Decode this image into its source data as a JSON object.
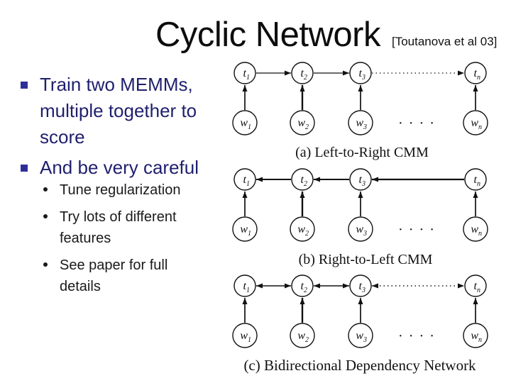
{
  "slide": {
    "title": "Cyclic Network",
    "citation": "[Toutanova et al 03]",
    "bullets": [
      "Train two MEMMs, multiple together to score",
      "And be very careful"
    ],
    "sub_bullets": [
      "Tune regularization",
      "Try lots of different features",
      "See paper for full details"
    ]
  },
  "diagram": {
    "captions": {
      "a": "(a) Left-to-Right CMM",
      "b": "(b) Right-to-Left CMM",
      "c": "(c) Bidirectional Dependency Network"
    },
    "tag_letter": "t",
    "word_letter": "w",
    "subscripts": [
      "1",
      "2",
      "3",
      "n"
    ],
    "ellipsis": "· · · ·"
  },
  "colors": {
    "bullet_text_navy": "#1f1f6e",
    "bullet_square_blue": "#2e2e99",
    "diagram_ink": "#111111",
    "background": "#ffffff"
  }
}
